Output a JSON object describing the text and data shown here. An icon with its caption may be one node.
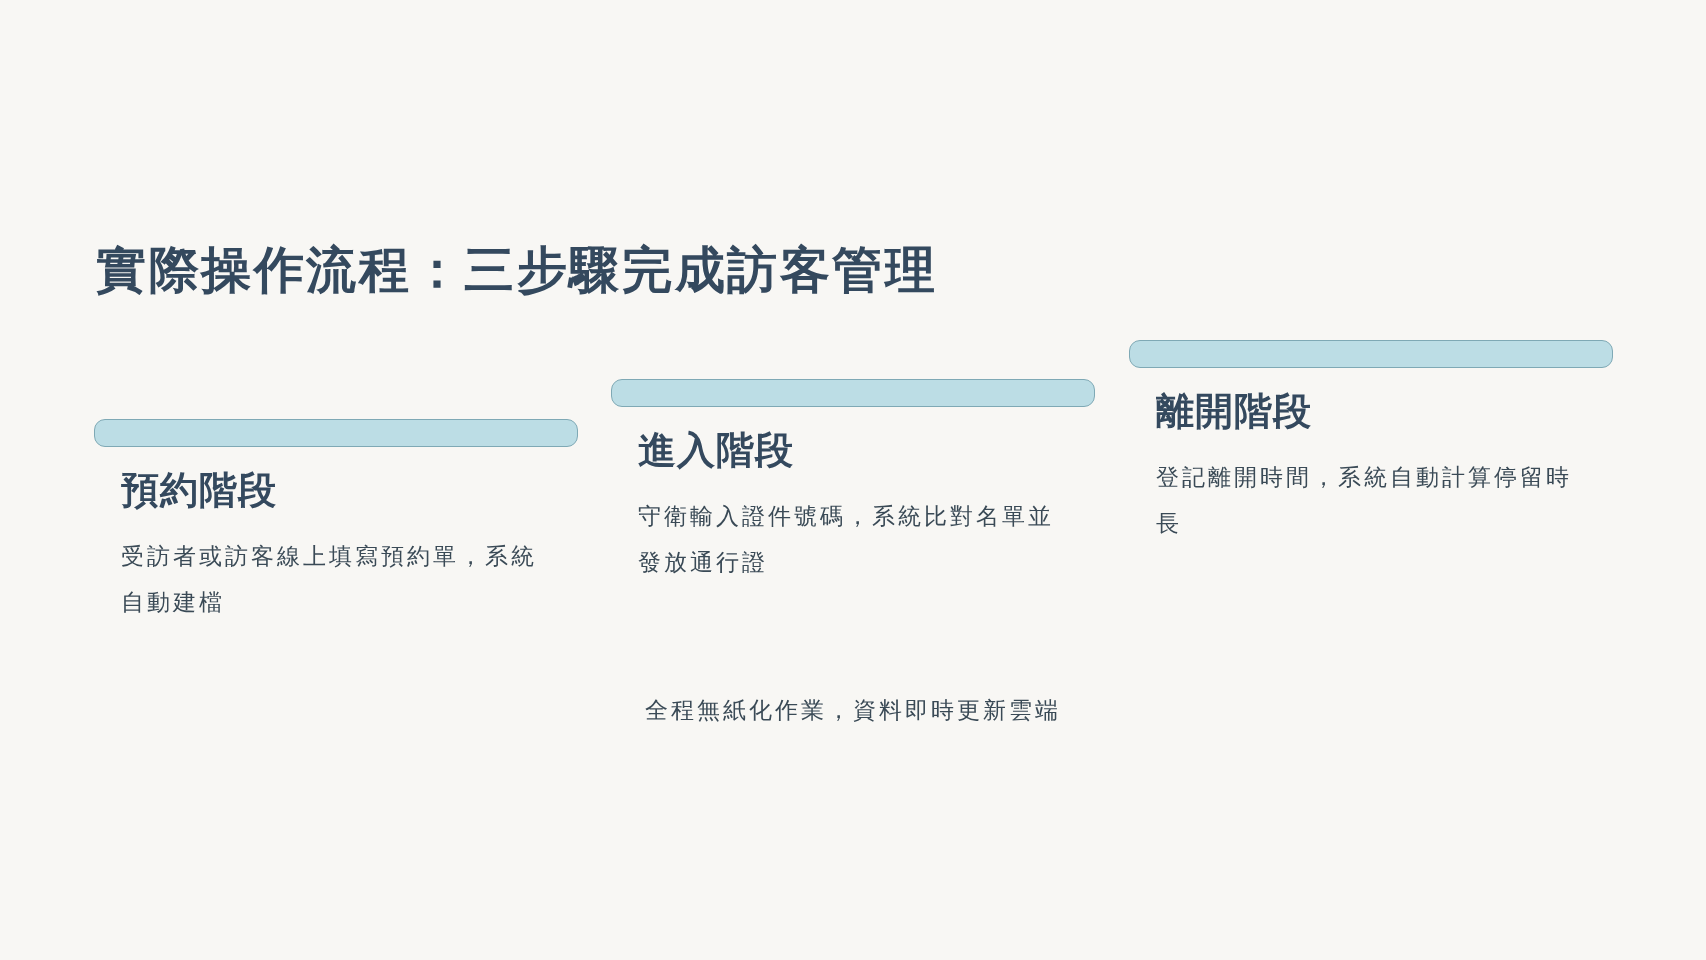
{
  "diagram": {
    "title": "實際操作流程：三步驟完成訪客管理",
    "nodes": [
      {
        "text": [
          "預約階段",
          "受訪者或訪客線上填寫預約單，系統自動建檔"
        ]
      },
      {
        "text": [
          "進入階段",
          "守衛輸入證件號碼，系統比對名單並發放通行證"
        ]
      },
      {
        "text": [
          "離開階段",
          "登記離開時間，系統自動計算停留時長"
        ]
      }
    ],
    "labels": [
      "全程無紙化作業，資料即時更新雲端"
    ]
  }
}
